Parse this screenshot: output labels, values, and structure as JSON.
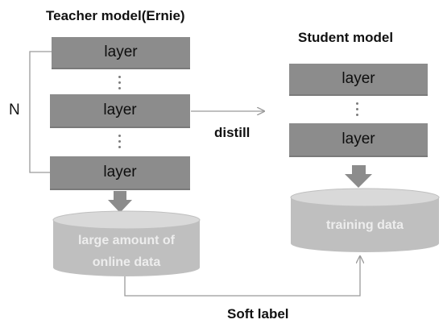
{
  "teacher": {
    "title": "Teacher model(Ernie)",
    "layer_label": "layer",
    "repeat_label": "N"
  },
  "student": {
    "title": "Student model",
    "layer_label": "layer"
  },
  "data_stores": {
    "online": {
      "line1": "large amount of",
      "line2": "online data"
    },
    "training": {
      "label": "training data"
    }
  },
  "edges": {
    "distill": "distill",
    "soft_label": "Soft label"
  },
  "colors": {
    "layer_fill": "#8c8c8c",
    "cylinder_fill": "#bfbfbf",
    "cylinder_top": "#d9d9d9",
    "arrow_fill": "#8c8c8c",
    "connector": "#9a9a9a"
  }
}
